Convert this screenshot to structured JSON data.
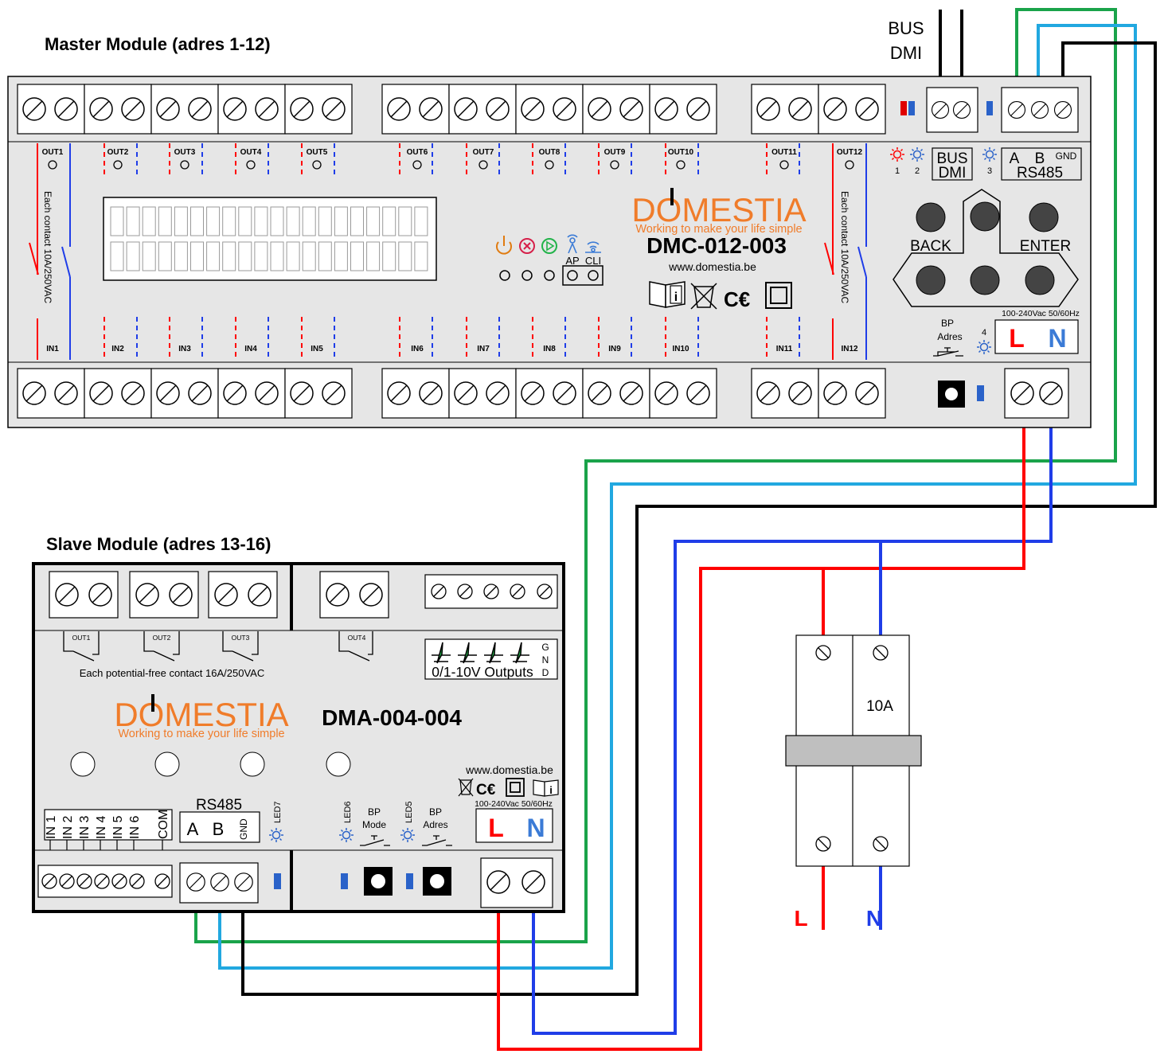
{
  "master": {
    "title": "Master Module (adres 1-12)",
    "model": "DMC-012-003",
    "brand": "DOMESTIA",
    "slogan": "Working to make your life simple",
    "url": "www.domestia.be",
    "outputs": [
      "OUT1",
      "OUT2",
      "OUT3",
      "OUT4",
      "OUT5",
      "OUT6",
      "OUT7",
      "OUT8",
      "OUT9",
      "OUT10",
      "OUT11",
      "OUT12"
    ],
    "inputs": [
      "IN1",
      "IN2",
      "IN3",
      "IN4",
      "IN5",
      "IN6",
      "IN7",
      "IN8",
      "IN9",
      "IN10",
      "IN11",
      "IN12"
    ],
    "contact_rating": "Each contact 10A/250VAC",
    "ap_label": "AP",
    "cli_label": "CLI",
    "bus_label_1": "BUS",
    "bus_label_2": "DMI",
    "rs485_a": "A",
    "rs485_b": "B",
    "rs485_gnd": "GND",
    "rs485_label": "RS485",
    "led_numbers": [
      "1",
      "2",
      "3",
      "4"
    ],
    "back_label": "BACK",
    "enter_label": "ENTER",
    "voltage": "100-240Vac 50/60Hz",
    "bp_label": "BP",
    "adres_label": "Adres",
    "l_label": "L",
    "n_label": "N"
  },
  "bus_top": {
    "line1": "BUS",
    "line2": "DMI"
  },
  "slave": {
    "title": "Slave Module (adres 13-16)",
    "model": "DMA-004-004",
    "brand": "DOMESTIA",
    "slogan": "Working to make your life simple",
    "url": "www.domestia.be",
    "outputs": [
      "OUT1",
      "OUT2",
      "OUT3",
      "OUT4"
    ],
    "contact_rating": "Each potential-free contact 16A/250VAC",
    "analog_label": "0/1-10V Outputs",
    "gnd_letters": [
      "G",
      "N",
      "D"
    ],
    "inputs": [
      "IN 1",
      "IN 2",
      "IN 3",
      "IN 4",
      "IN 5",
      "IN 6",
      "COM"
    ],
    "rs485_label": "RS485",
    "rs485_a": "A",
    "rs485_b": "B",
    "rs485_gnd": "GND",
    "led7": "LED7",
    "led6": "LED6",
    "led5": "LED5",
    "bp_label": "BP",
    "mode_label": "Mode",
    "adres_label": "Adres",
    "voltage": "100-240Vac 50/60Hz",
    "l_label": "L",
    "n_label": "N"
  },
  "breaker": {
    "rating": "10A",
    "l_label": "L",
    "n_label": "N"
  },
  "colors": {
    "green": "#1aa34a",
    "lightblue": "#21a8e0",
    "black": "#000000",
    "red": "#ff0000",
    "blue": "#1f3de8",
    "module_fill": "#e6e6e6",
    "brand_orange": "#f07c2a",
    "n_label_blue": "#3b7bd6"
  }
}
